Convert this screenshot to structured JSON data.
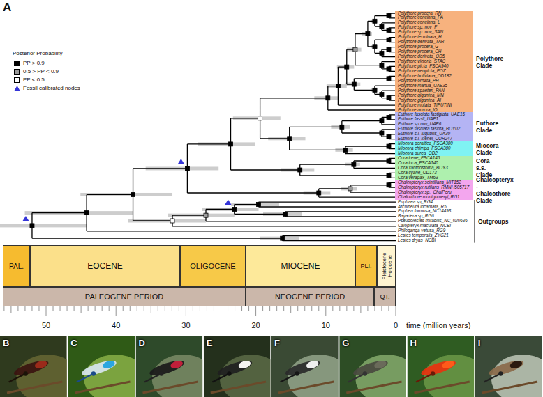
{
  "diagram": {
    "nodes": [
      {
        "text": [
          "Polythore procera_RN",
          "Polythore concinna_PA",
          "Polythore concinna_L",
          "Polythore sp. nov_F",
          "Polythore sp. nov_SAN",
          "Polythore terminata_H",
          "Polythore derivata_TAR",
          "Polythore procera_G",
          "Polythore procera_CH",
          "Polythore derivata_OD5",
          "Polythore victoria_STAC",
          "Polythore picta_FSCA940",
          "Polythore neopicta_POZ",
          "Polythore boliviana_OD182",
          "Polythore ornata_PH",
          "Polythore manua_UAE35",
          "Polythore spaeteri_PAN",
          "Polythore gigantea_MN",
          "Polythore gigantea_AI",
          "Polythore mutata_TIPUTINI",
          "Polythore aurora_IQ",
          "Polythore Clade"
        ]
      },
      {
        "text": [
          "Euthore fasciata fastigiata_UAE15",
          "Euthore fassli_UAE1",
          "Euthore sp.nov_UAE6",
          "Euthore fasciata fascita_BOY02",
          "Euthore s.l. lugubris_UA30",
          "Euthore s.l. klenei_COR247",
          "Euthore Clade"
        ]
      },
      {
        "text": [
          "Miocora peraltica_FSCA380",
          "Miocora chirripa_FSCA380",
          "Miocora aurea_OD2",
          "Miocora Clade"
        ]
      },
      {
        "text": [
          "Cora irene_FSCA146",
          "Cora inca_FSCA140",
          "Cora xanthostoma_BOY3",
          "Cora cyane_OD173",
          "Cora verapax_TM63",
          "Cora s.s. Clade"
        ]
      },
      {
        "text": [
          "Chalcopteryx scintillans_MIT152",
          "Chalcopteryx rutilans_RMNH505717",
          "Chalcopteryx sp._ChalPeru",
          "Chalcothore montgomeryi_RG1",
          "Chalcopteryx - Chalcothore Clade"
        ]
      },
      {
        "text": [
          "PAL."
        ]
      },
      {
        "text": [
          "EOCENE"
        ]
      },
      {
        "text": [
          "OLIGOCENE"
        ]
      },
      {
        "text": [
          "MIOCENE"
        ]
      },
      {
        "text": [
          "PLI."
        ]
      },
      {
        "text": [
          "Pleistocene",
          "Holocene"
        ]
      },
      {
        "text": [
          "PALEOGENE PERIOD"
        ]
      },
      {
        "text": [
          "NEOGENE PERIOD"
        ]
      },
      {
        "text": [
          "QT."
        ]
      }
    ],
    "labels": [
      "A",
      "Posterior Probability",
      "Euphaea sp_RG4",
      "Archineura incarnata_R5",
      "Euphea formosa_NC14493",
      "Bayadera sp_RG6",
      "Pseudolestes mirabilis_NC_020636",
      "Calopteryx maculata_NCBI",
      "Philoganga vetusa_RG9",
      "Lestes temporalis_ZYG21",
      "Lestes dryas_NCBI",
      "Outgroups",
      "50",
      "40",
      "30",
      "20",
      "10",
      "0",
      "time (million years)",
      "B",
      "C",
      "D",
      "E",
      "F",
      "G",
      "H",
      "I"
    ],
    "legend": [
      {
        "text": "PP > 0.9",
        "color": "#000000"
      },
      {
        "text": "0.5 > PP < 0.9",
        "color": "#9a9a9a"
      },
      {
        "text": "PP < 0.5",
        "color": "#ffffff"
      },
      {
        "text": "Fossil calibrated nodes"
      }
    ]
  }
}
